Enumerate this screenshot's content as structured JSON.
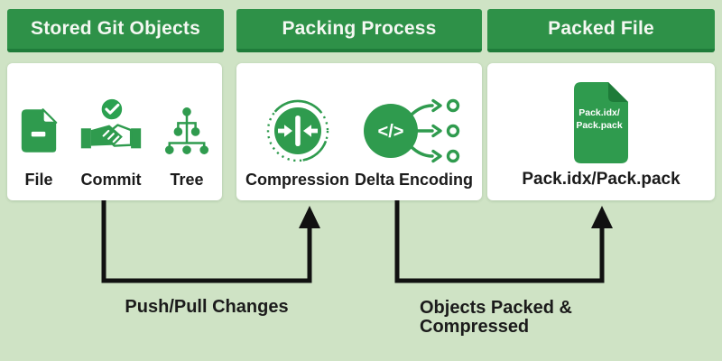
{
  "page": {
    "background": "#cfe3c5",
    "accent_green": "#2e9148",
    "accent_green_dark": "#1f7c3a",
    "icon_green": "#2f9b4e",
    "text_dark": "#1b1b1b",
    "arrow_black": "#111111"
  },
  "columns": [
    {
      "header": "Stored Git Objects",
      "items": [
        {
          "icon": "file-icon",
          "label": "File"
        },
        {
          "icon": "commit-handshake-icon",
          "label": "Commit"
        },
        {
          "icon": "tree-icon",
          "label": "Tree"
        }
      ]
    },
    {
      "header": "Packing Process",
      "items": [
        {
          "icon": "compression-icon",
          "label": "Compression"
        },
        {
          "icon": "delta-encoding-icon",
          "label": "Delta Encoding",
          "glyph": "</>"
        }
      ]
    },
    {
      "header": "Packed File",
      "items": [
        {
          "icon": "packed-file-icon",
          "label": "Pack.idx/Pack.pack",
          "icon_lines": [
            "Pack.idx/",
            "Pack.pack"
          ]
        }
      ]
    }
  ],
  "arrows": [
    {
      "label": "Push/Pull Changes",
      "from": "Stored Git Objects",
      "to": "Packing Process"
    },
    {
      "label": "Objects Packed & Compressed",
      "from": "Packing Process",
      "to": "Packed File"
    }
  ]
}
